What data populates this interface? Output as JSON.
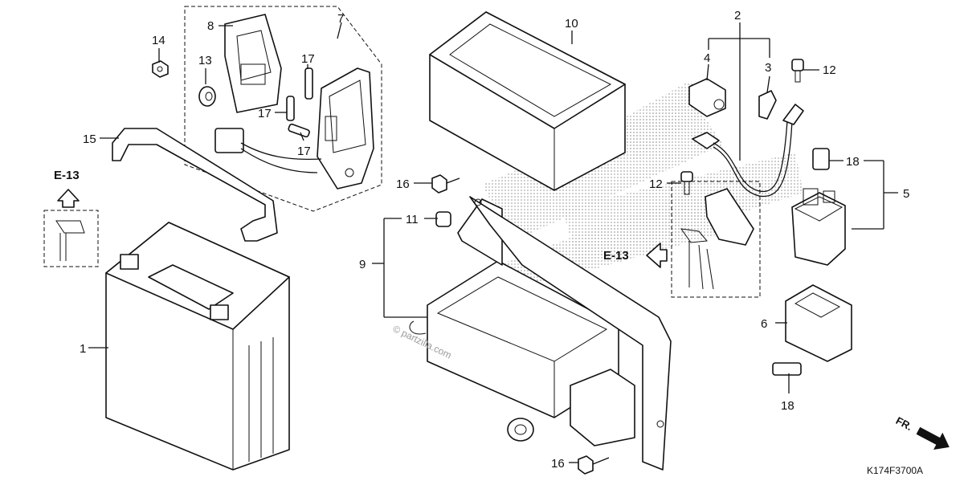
{
  "callouts": {
    "c1": "1",
    "c2": "2",
    "c3": "3",
    "c4": "4",
    "c5": "5",
    "c6": "6",
    "c7": "7",
    "c8": "8",
    "c9": "9",
    "c10": "10",
    "c11": "11",
    "c12a": "12",
    "c12b": "12",
    "c13": "13",
    "c14": "14",
    "c15": "15",
    "c16a": "16",
    "c16b": "16",
    "c17a": "17",
    "c17b": "17",
    "c17c": "17",
    "c18a": "18",
    "c18b": "18"
  },
  "refs": {
    "left": "E-13",
    "right": "E-13"
  },
  "watermark": "© partzilla.com",
  "direction": "FR.",
  "diagram_code": "K174F3700A"
}
